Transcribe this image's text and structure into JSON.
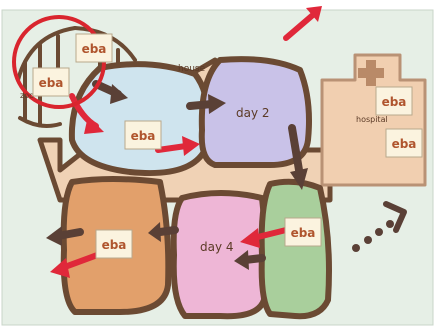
{
  "labels": {
    "zoo": "zoo",
    "house": "house",
    "day2": "day 2",
    "hospital": "hospital",
    "day4": "day 4"
  },
  "tag_text": "eba",
  "colors": {
    "background": "#e6efe6",
    "outline": "#6b4a33",
    "zoo_fill": "#cfe4ee",
    "day2_fill": "#c9c2e8",
    "day3_fill": "#e2a06b",
    "day4_fill": "#eeb6d6",
    "day5_fill": "#a9cf9c",
    "house_fill": "#f0d2b5",
    "hospital_fill": "#f1cfb0",
    "arrow_red": "#e0283a",
    "arrow_brown": "#5a4036",
    "circle_red": "#d9252e",
    "tag_bg": "#fbf3df"
  }
}
